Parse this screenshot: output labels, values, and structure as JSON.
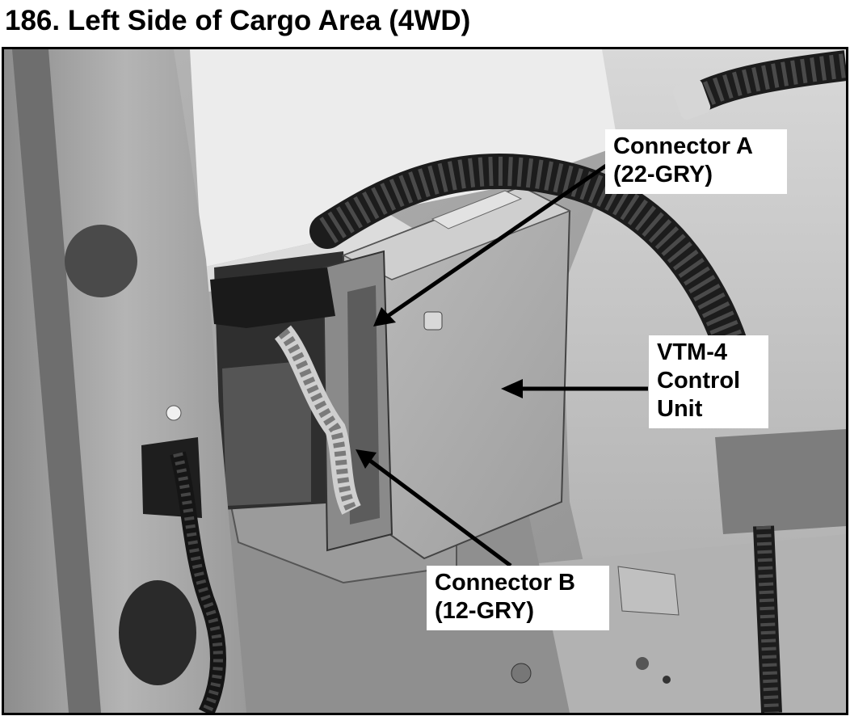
{
  "title": "186. Left Side of Cargo Area (4WD)",
  "callouts": {
    "connector_a": {
      "line1": "Connector A",
      "line2": "(22-GRY)"
    },
    "vtm4": {
      "line1": "VTM-4",
      "line2": "Control",
      "line3": "Unit"
    },
    "connector_b": {
      "line1": "Connector B",
      "line2": "(12-GRY)"
    }
  }
}
